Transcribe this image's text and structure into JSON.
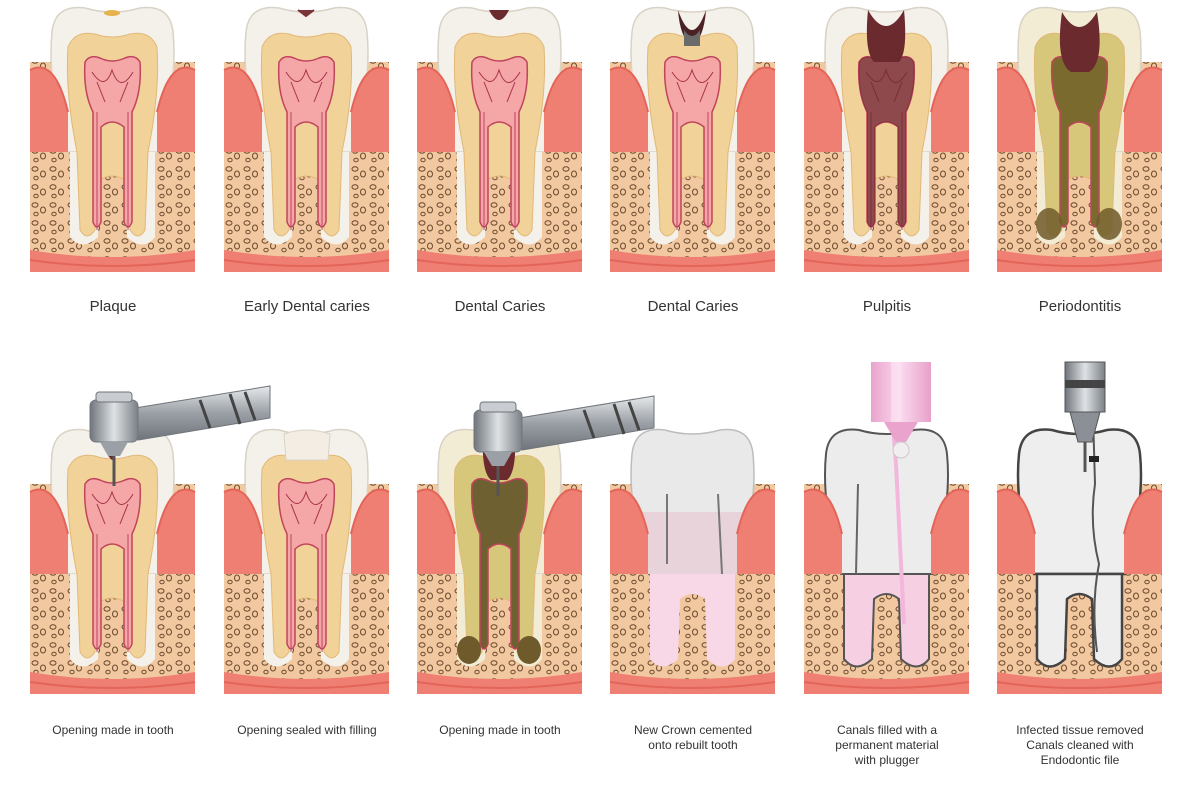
{
  "stages_top": [
    {
      "label": "Plaque",
      "state": "plaque"
    },
    {
      "label": "Early Dental caries",
      "state": "early"
    },
    {
      "label": "Dental Caries",
      "state": "caries"
    },
    {
      "label": "Dental Caries",
      "state": "caries-deep"
    },
    {
      "label": "Pulpitis",
      "state": "pulpitis"
    },
    {
      "label": "Periodontitis",
      "state": "periodontitis"
    }
  ],
  "stages_bottom": [
    {
      "label_lines": [
        "Opening made in tooth"
      ],
      "tool": "handpiece-drill-icon"
    },
    {
      "label_lines": [
        "Opening sealed with filling"
      ],
      "tool": "none"
    },
    {
      "label_lines": [
        "Opening made in tooth"
      ],
      "tool": "handpiece-drill-icon"
    },
    {
      "label_lines": [
        "New Crown cemented",
        "onto rebuilt tooth"
      ],
      "tool": "none"
    },
    {
      "label_lines": [
        "Canals filled with a",
        "permanent material",
        "with plugger"
      ],
      "tool": "plugger-icon"
    },
    {
      "label_lines": [
        "Infected tissue removed",
        "Canals cleaned with",
        "Endodontic file"
      ],
      "tool": "endodontic-file-icon"
    }
  ],
  "colors": {
    "gum": "#ef7f72",
    "bone": "#f1c9a1",
    "enamel": "#f4f0ea",
    "dentin": "#f1d299",
    "pulp": "#f4a7a6",
    "decay": "#6b2a2e",
    "infection": "#6e5a2a",
    "metal": "#9aa0a6",
    "pink_tool": "#f4b7dc"
  }
}
